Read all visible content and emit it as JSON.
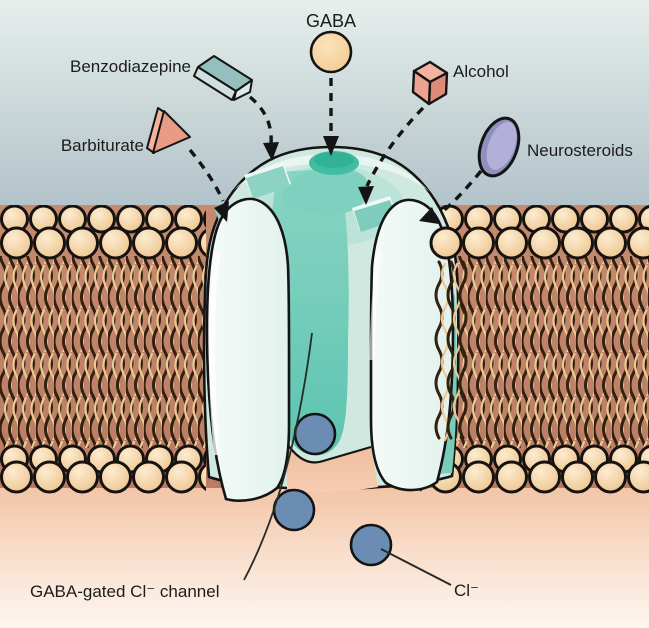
{
  "figure": {
    "type": "cell-membrane-receptor-diagram",
    "ligands": [
      {
        "id": "gaba",
        "label": "GABA",
        "shape": "sphere",
        "color": "#f6cf9a"
      },
      {
        "id": "benzodiazepine",
        "label": "Benzodiazepine",
        "shape": "bar",
        "color": "#95bfbf"
      },
      {
        "id": "barbiturate",
        "label": "Barbiturate",
        "shape": "cone",
        "color": "#ea9b85"
      },
      {
        "id": "alcohol",
        "label": "Alcohol",
        "shape": "cube",
        "color": "#e8a18c"
      },
      {
        "id": "neurosteroids",
        "label": "Neurosteroids",
        "shape": "disc",
        "color": "#9a9aca"
      }
    ],
    "channel_label": "GABA-gated Cl⁻ channel",
    "ion_label": "Cl⁻",
    "ion_count": 3,
    "colors": {
      "ion": "#6b8db3",
      "channel_body": "#cfe9e0",
      "channel_subunit": "#ebf5f1",
      "pore": "#4fc3a8",
      "binding_site": "#8ed2c3",
      "lipid_head": "#f2d0a0",
      "lipid_tail_dark": "#33200f",
      "lipid_tail_light": "#edc893",
      "extracellular_top": "#e4edeb",
      "extracellular_bottom": "#b1c2ca",
      "membrane_core": "#c08468",
      "intracellular_top": "#f3c5a7",
      "intracellular_bottom": "#fdf6f0",
      "outline": "#141414"
    }
  }
}
